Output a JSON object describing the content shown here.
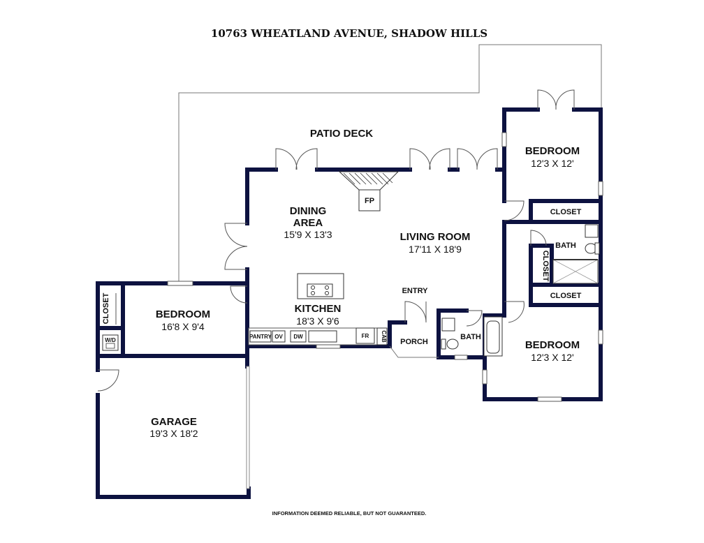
{
  "title": "10763 WHEATLAND AVENUE, SHADOW HILLS",
  "footer": "INFORMATION DEEMED RELIABLE, BUT NOT GUARANTEED.",
  "rooms": {
    "patio": {
      "name": "PATIO DECK"
    },
    "dining": {
      "name_line1": "DINING",
      "name_line2": "AREA",
      "dims": "15'9 X 13'3"
    },
    "living": {
      "name": "LIVING ROOM",
      "dims": "17'11 X 18'9"
    },
    "kitchen": {
      "name": "KITCHEN",
      "dims": "18'3 X 9'6"
    },
    "bedroom_west": {
      "name": "BEDROOM",
      "dims": "16'8 X 9'4"
    },
    "bedroom_ne": {
      "name": "BEDROOM",
      "dims": "12'3 X 12'"
    },
    "bedroom_se": {
      "name": "BEDROOM",
      "dims": "12'3 X 12'"
    },
    "garage": {
      "name": "GARAGE",
      "dims": "19'3 X 18'2"
    },
    "entry": {
      "name": "ENTRY"
    },
    "porch": {
      "name": "PORCH"
    },
    "bath_main": {
      "name": "BATH"
    },
    "bath_hall": {
      "name": "BATH"
    }
  },
  "labels": {
    "fp": "FP",
    "closet_ne": "CLOSET",
    "closet_se": "CLOSET",
    "closet_hall": "CLOSET",
    "closet_west": "CLOSET",
    "wd": "W/D",
    "pantry": "PANTRY",
    "ov": "OV",
    "dw": "DW",
    "fr": "FR",
    "cab": "CAB"
  }
}
